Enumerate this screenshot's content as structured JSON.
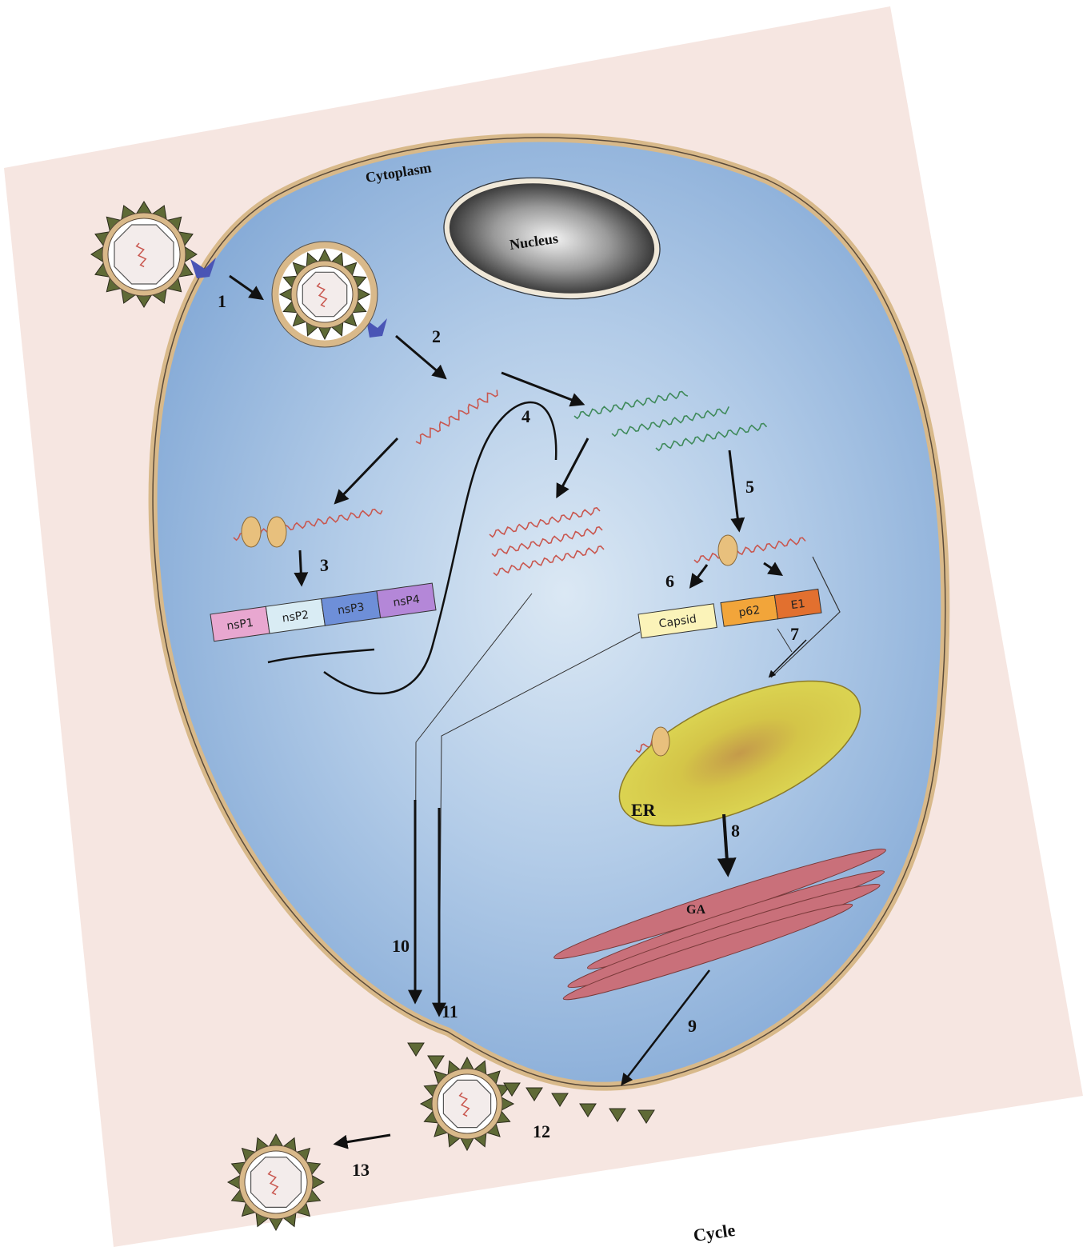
{
  "labels": {
    "cytoplasm": "Cytoplasm",
    "nucleus": "Nucleus",
    "er": "ER",
    "ga": "GA",
    "caption": "Cycle"
  },
  "steps": [
    "1",
    "2",
    "3",
    "4",
    "5",
    "6",
    "7",
    "8",
    "9",
    "10",
    "11",
    "12",
    "13"
  ],
  "nonstructural_proteins": [
    "nsP1",
    "nsP2",
    "nsP3",
    "nsP4"
  ],
  "structural_proteins": [
    "Capsid",
    "p62",
    "E1"
  ],
  "colors": {
    "page_background": "#f6e6e1",
    "cytoplasm": "#8fb1d9",
    "membrane": "#d9b98a",
    "spike": "#5f6a36",
    "rna": "#c9574f",
    "subgenomic_rna": "#3f8a5a",
    "ribosome": "#e8c07d",
    "receptor": "#4a55b5",
    "er": "#d7cf4a",
    "golgi": "#c9707a",
    "nsP1": "#e8a7d0",
    "nsP2": "#d9ecf4",
    "nsP3": "#6e8fd8",
    "nsP4": "#b487d8",
    "capsid": "#fbf3b9",
    "p62": "#f2a53a",
    "E1": "#e2702f"
  }
}
